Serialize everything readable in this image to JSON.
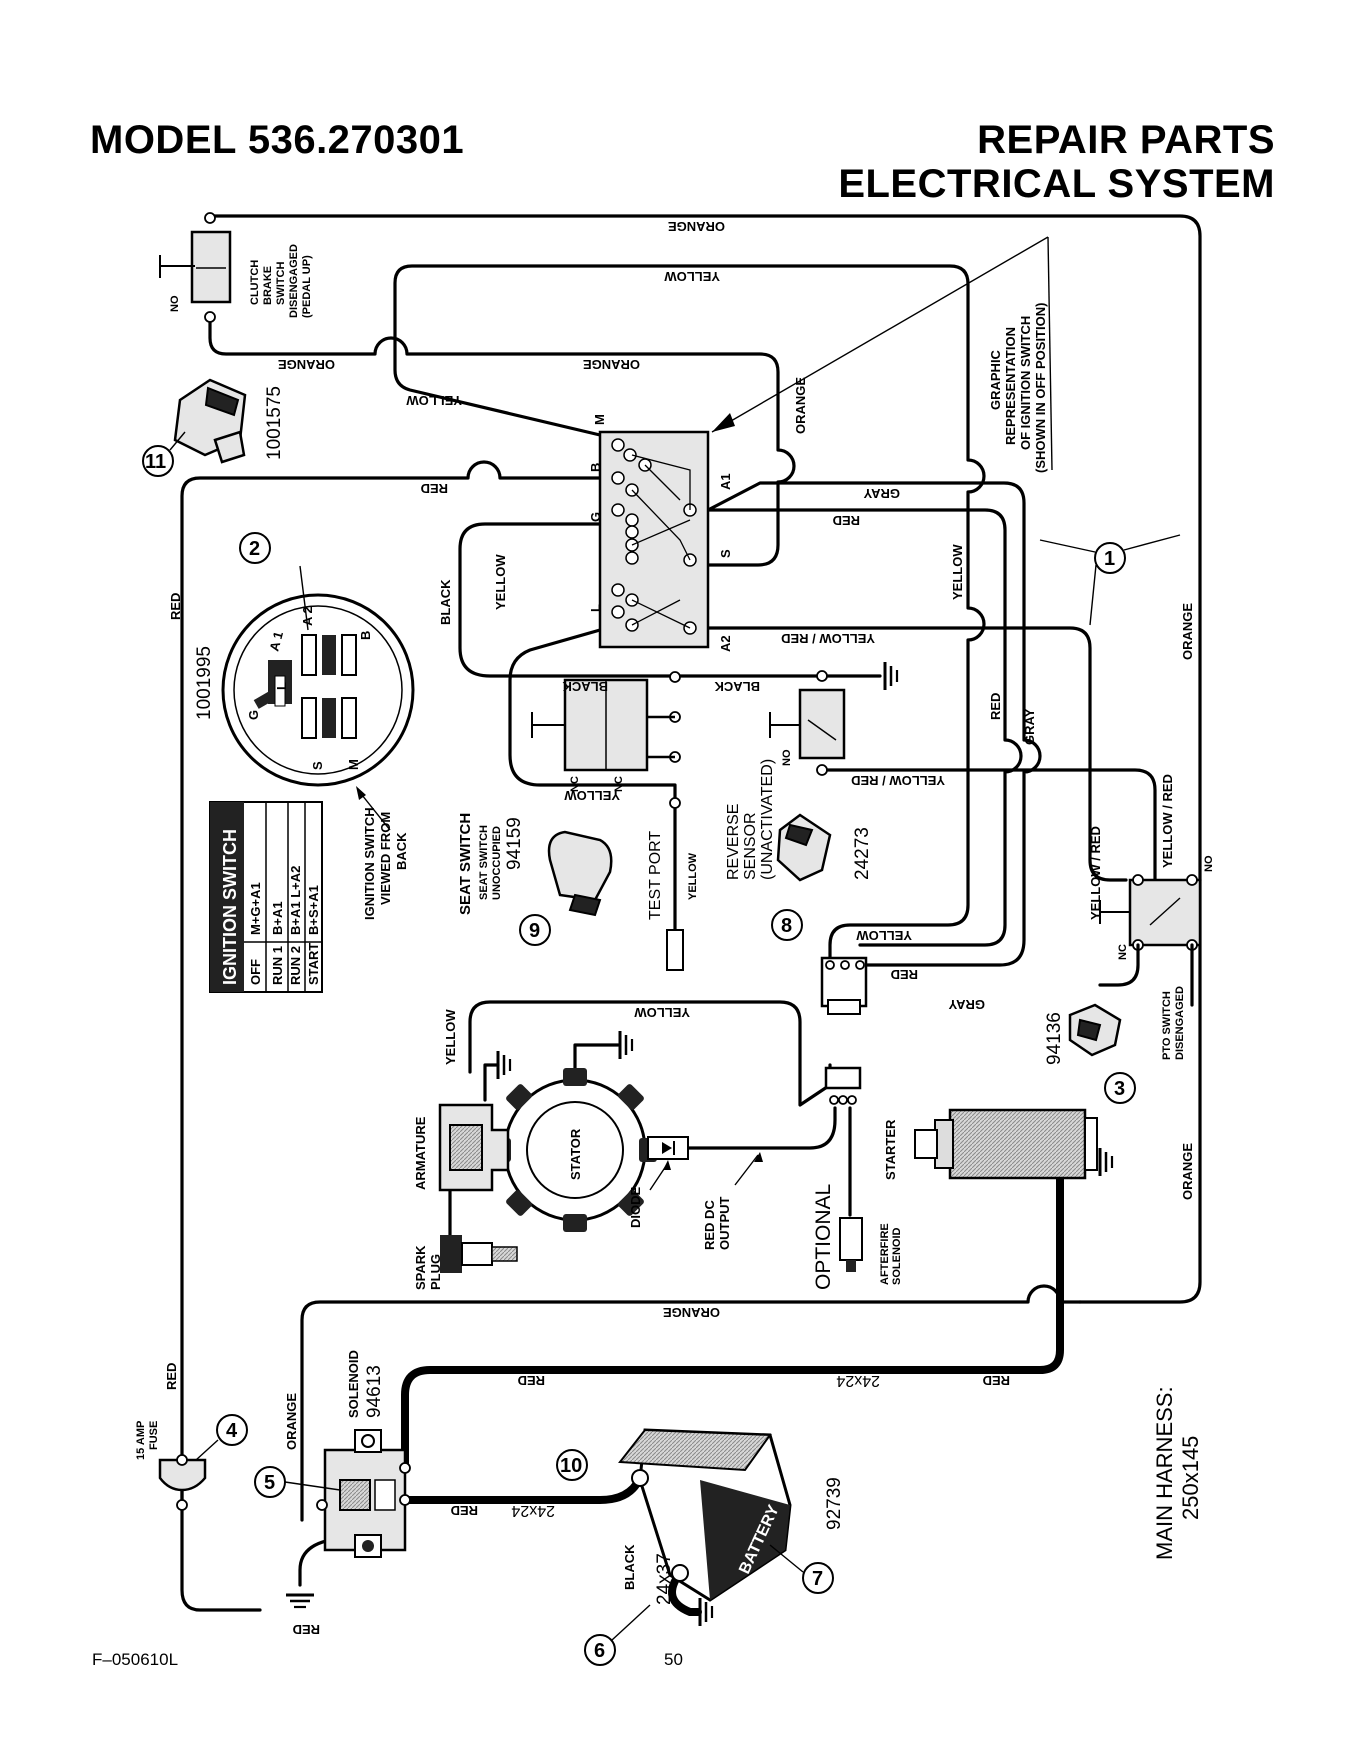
{
  "header": {
    "model": "MODEL 536.270301",
    "section_line1": "REPAIR PARTS",
    "section_line2": "ELECTRICAL SYSTEM"
  },
  "footer": {
    "code": "F–050610L",
    "page": "50"
  },
  "wire_colors": {
    "orange": "ORANGE",
    "yellow": "YELLOW",
    "red": "RED",
    "black": "BLACK",
    "gray": "GRAY",
    "yellow_red": "YELLOW / RED"
  },
  "components": {
    "clutch_brake_switch": {
      "lines": [
        "CLUTCH",
        "BRAKE",
        "SWITCH",
        "DISENGAGED",
        "(PEDAL UP)"
      ],
      "no": "NO",
      "callout": "11",
      "part_number": "1001575"
    },
    "ignition_switch": {
      "callout": "2",
      "part_number": "1001995",
      "terminals": [
        "G",
        "A 1",
        "A 2",
        "B",
        "L",
        "S",
        "M"
      ],
      "view_lines": [
        "IGNITION SWITCH",
        "VIEWED FROM",
        "BACK"
      ],
      "graphic_lines": [
        "GRAPHIC",
        "REPRESENTATION",
        "OF IGNITION SWITCH",
        "(SHOWN IN OFF POSITION)"
      ],
      "table": {
        "title": "IGNITION SWITCH",
        "rows": [
          [
            "OFF",
            "M+G+A1"
          ],
          [
            "RUN 1",
            "B+A1"
          ],
          [
            "RUN 2",
            "B+A1    L+A2"
          ],
          [
            "START",
            "B+S+A1"
          ]
        ]
      },
      "block_terminals": [
        "M",
        "B",
        "G",
        "L",
        "A1",
        "S",
        "A2"
      ]
    },
    "seat_switch": {
      "lines": [
        "SEAT SWITCH",
        "SEAT SWITCH",
        "UNOCCUPIED"
      ],
      "part_number": "94159",
      "callout": "9",
      "nc": "NC"
    },
    "test_port": {
      "label": "TEST PORT"
    },
    "reverse_sensor": {
      "lines": [
        "REVERSE",
        "SENSOR",
        "(UNACTIVATED)"
      ],
      "part_number": "24273",
      "callout": "8",
      "no": "NO"
    },
    "pto_switch": {
      "lines": [
        "PTO SWITCH",
        "DISENGAGED"
      ],
      "part_number": "94136",
      "callout": "3",
      "no": "NO",
      "nc": "NC"
    },
    "harness": {
      "callout": "1",
      "lines": [
        "MAIN HARNESS:",
        "250x145"
      ]
    },
    "stator": {
      "label": "STATOR"
    },
    "armature": {
      "label": "ARMATURE"
    },
    "spark_plug": {
      "lines": [
        "SPARK",
        "PLUG"
      ]
    },
    "diode": {
      "label": "DIODE"
    },
    "red_dc_output": {
      "lines": [
        "RED DC",
        "OUTPUT"
      ]
    },
    "optional": {
      "label": "OPTIONAL"
    },
    "afterfire_solenoid": {
      "lines": [
        "AFTERFIRE",
        "SOLENOID"
      ]
    },
    "starter": {
      "label": "STARTER"
    },
    "fuse": {
      "lines": [
        "15 AMP",
        "FUSE"
      ],
      "callout": "4"
    },
    "solenoid": {
      "lines": [
        "SOLENOID",
        "94613"
      ],
      "callout": "5"
    },
    "battery": {
      "label": "BATTERY",
      "part_number": "92739",
      "callout": "7"
    },
    "battery_cable_pos": {
      "callout": "10",
      "size": "24x24"
    },
    "battery_cable_neg": {
      "callout": "6",
      "size": "24x37"
    },
    "cable_size": "24x24"
  }
}
